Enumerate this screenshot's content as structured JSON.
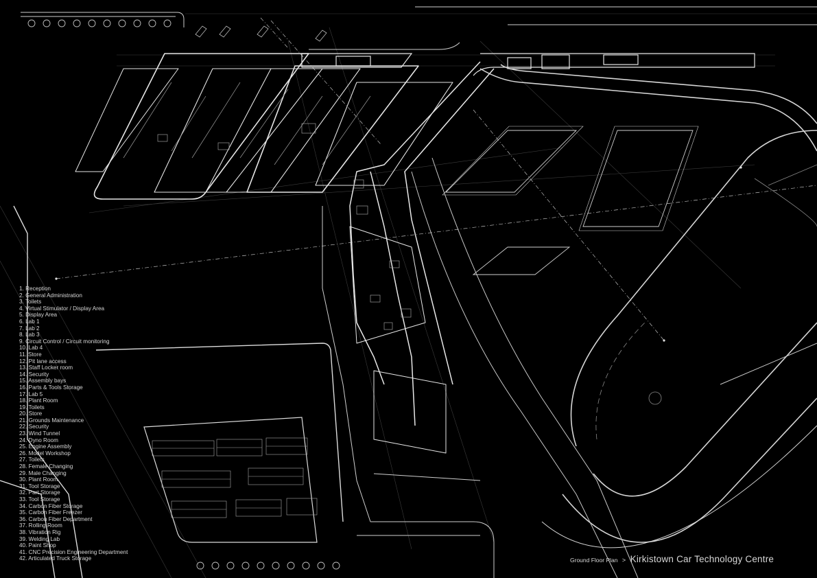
{
  "legend": [
    "1. Reception",
    "2. General Administration",
    "3. Toilets",
    "4. Virtual Stimulator / Display Area",
    "5. Display Area",
    "6. Lab 1",
    "7. Lab 2",
    "8. Lab 3",
    "9. Circuit Control / Circuit monitoring",
    "10. Lab 4",
    "11. Store",
    "12. Pit lane access",
    "13. Staff Locker room",
    "14. Security",
    "15. Assembly bays",
    "16. Parts & Tools Storage",
    "17. Lab 5",
    "18. Plant Room",
    "19. Toilets",
    "20. Store",
    "21. Grounds Maintenance",
    "22. Security",
    "23. Wind Tunnel",
    "24. Dyno Room",
    "25. Engine Assembly",
    "26. Model Workshop",
    "27. Toilets",
    "28. Female Changing",
    "29. Male Changing",
    "30. Plant Room",
    "31. Tool Storage",
    "32. Part Storage",
    "33. Tool Storage",
    "34. Carbon Fiber Storage",
    "35. Carbon Fiber Freezer",
    "36. Carbon Fiber Department",
    "37. Rolling Room",
    "38. Vibration Rig",
    "39. Welding Lab",
    "40. Paint Shop",
    "41. CNC Precision Engineering Department",
    "42. Articulated Truck Storage"
  ],
  "title_block": {
    "subtitle": "Ground Floor Plan",
    "separator": ">",
    "title": "Kirkistown Car Technology Centre"
  },
  "colors": {
    "background": "#000000",
    "linework": "#d9d9d9",
    "faint_linework": "#4a4a4a",
    "text": "#d6d6d6"
  }
}
